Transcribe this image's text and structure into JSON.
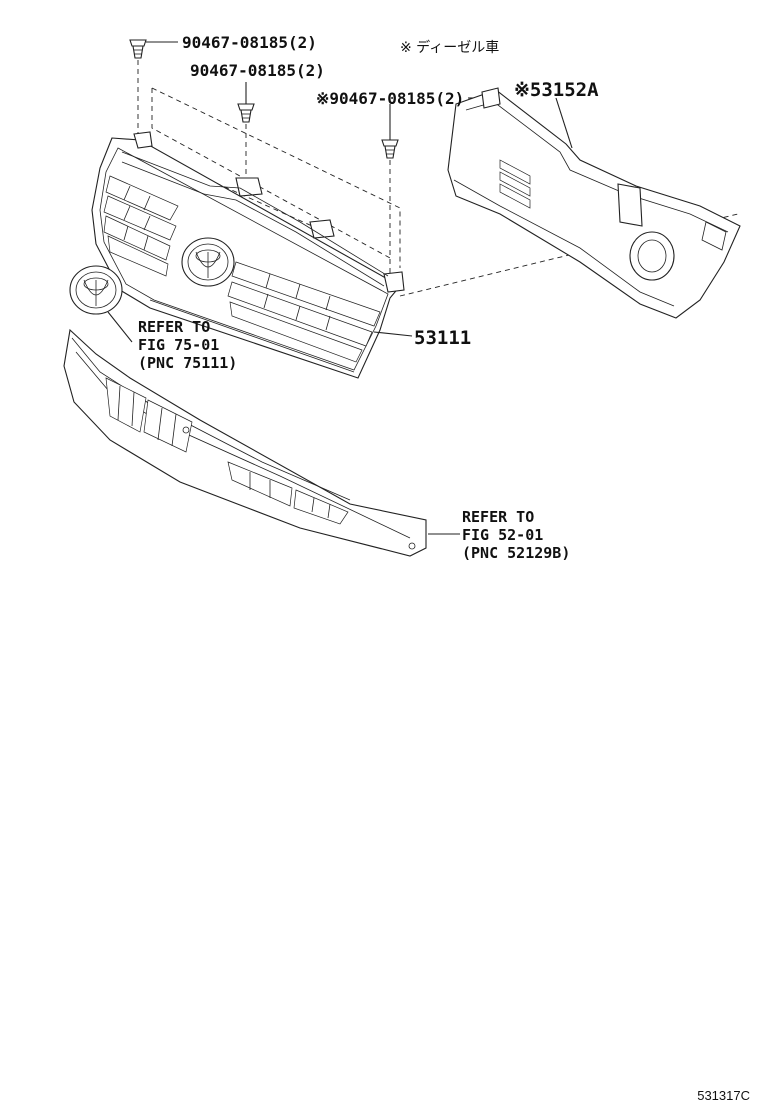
{
  "callouts": {
    "clip_1": "90467-08185(2)",
    "clip_2": "90467-08185(2)",
    "clip_3": "※90467-08185(2)",
    "note": "※ ディーゼル車",
    "cover": "※53152A",
    "grille": "53111",
    "emblem_ref": [
      "REFER TO",
      "FIG 75-01",
      "(PNC 75111)"
    ],
    "bumper_ref": [
      "REFER TO",
      "FIG 52-01",
      "(PNC 52129B)"
    ]
  },
  "figure_code": "531317C"
}
